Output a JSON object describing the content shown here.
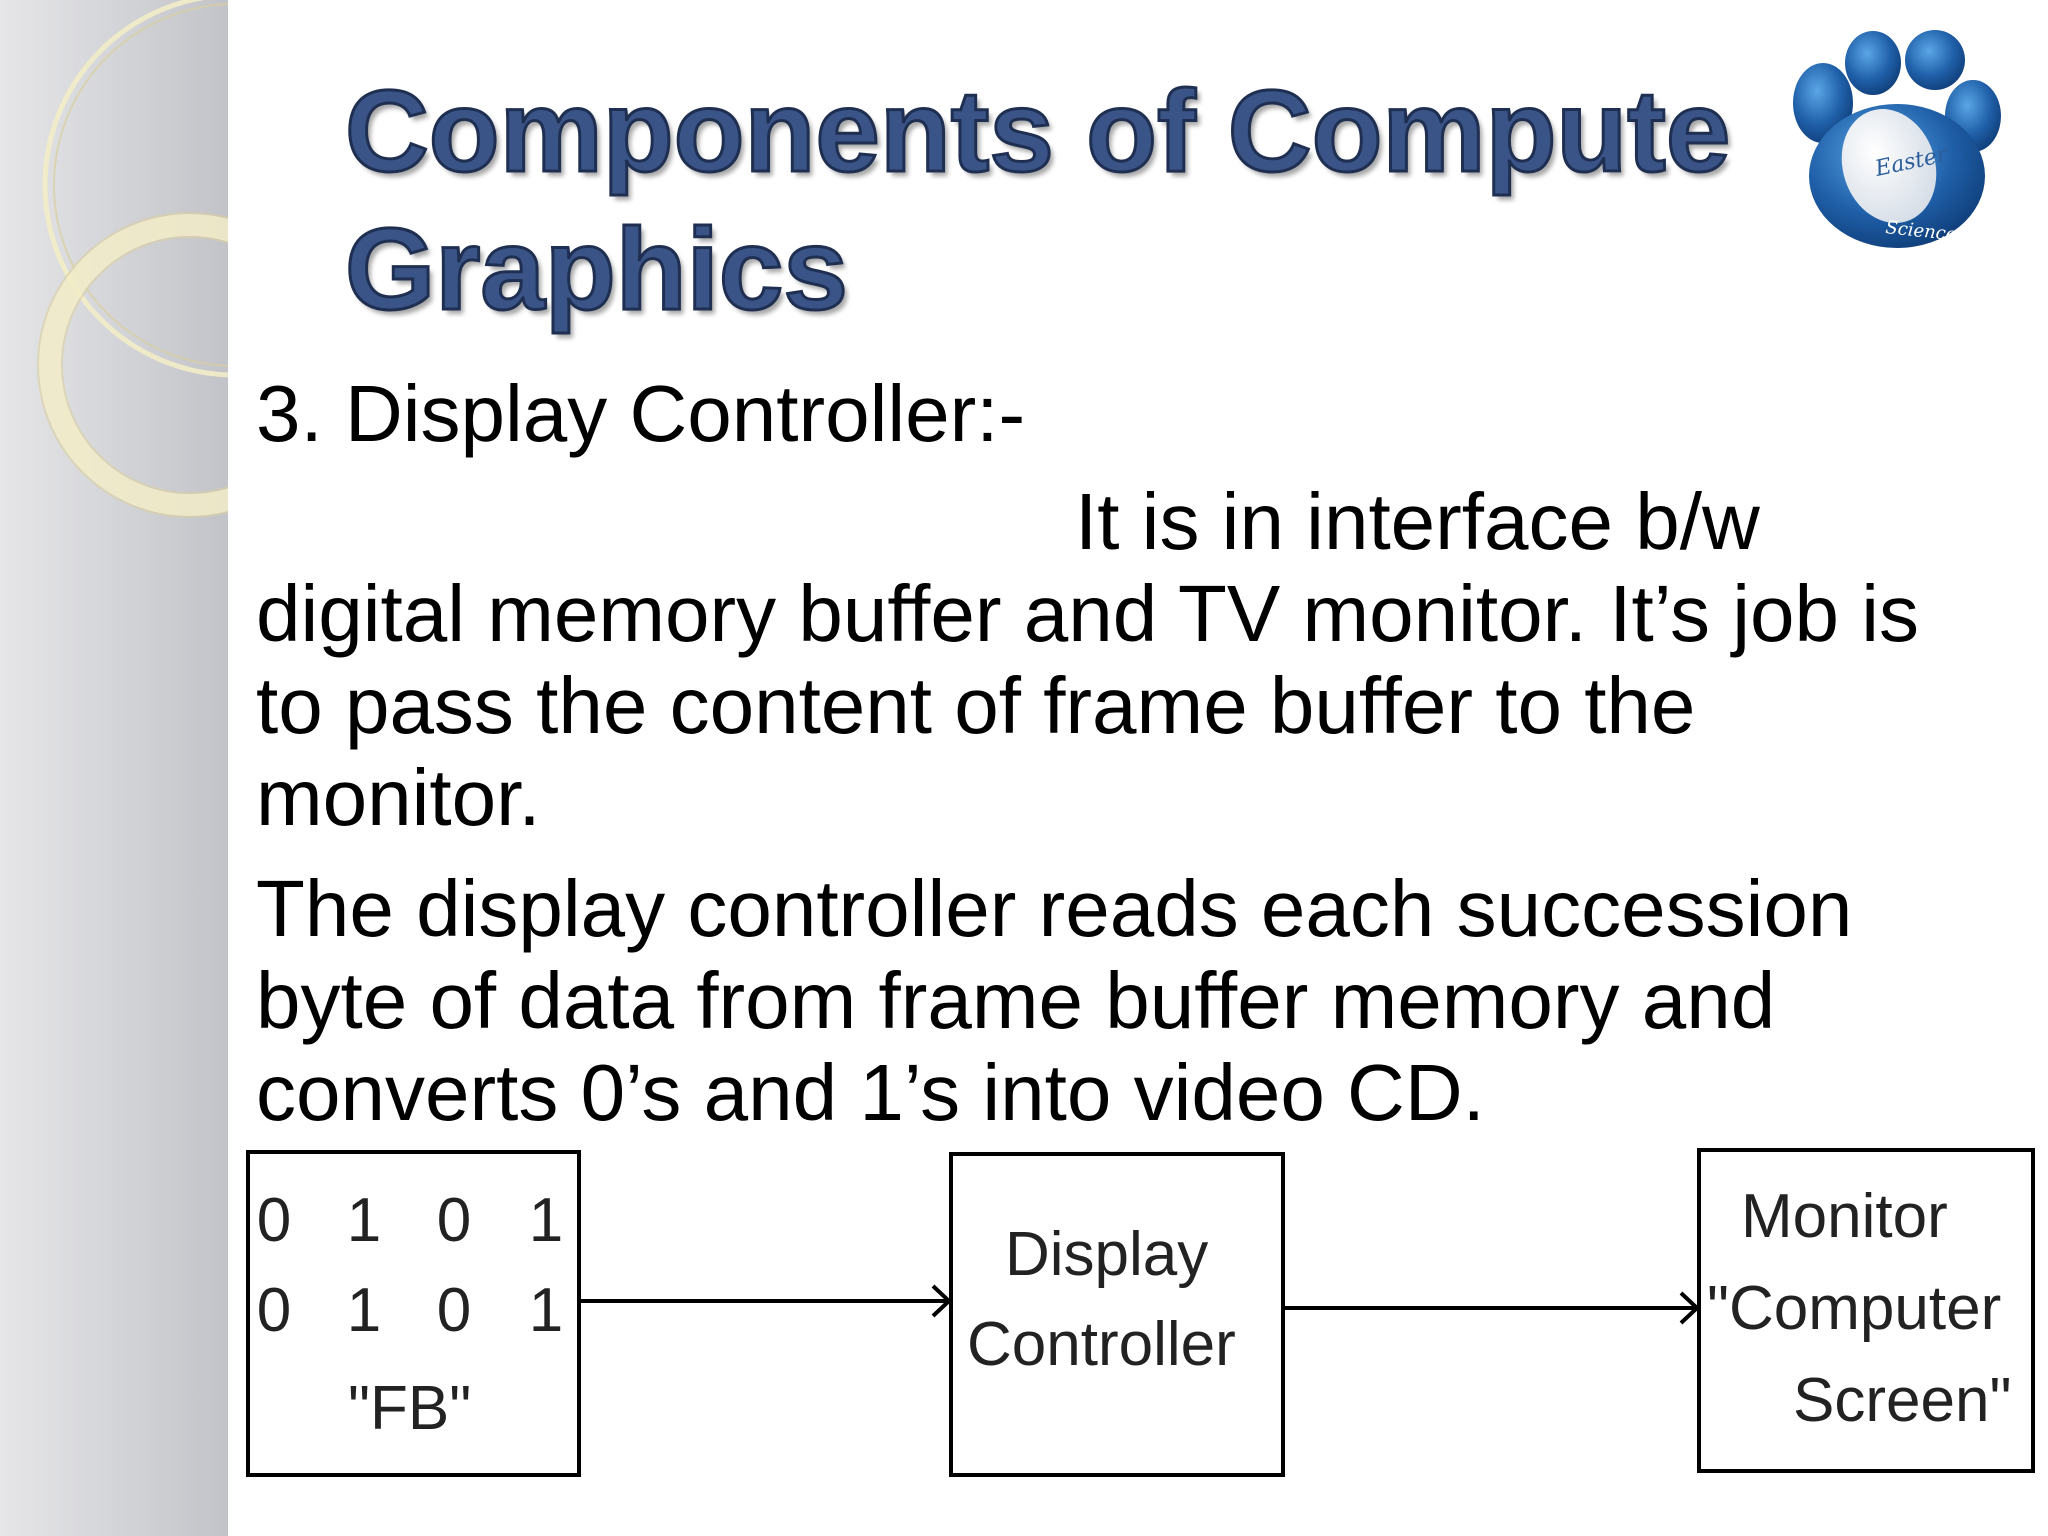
{
  "slide": {
    "title_line1": "Components of Compute",
    "title_line2": "Graphics",
    "heading": "3. Display Controller:-",
    "para1_lead": "It is in interface b/w",
    "para1_lines": [
      "digital memory buffer and TV monitor. It’s job is",
      "to pass the content of frame buffer to the",
      "monitor."
    ],
    "para2_lines": [
      "The display controller reads each succession",
      "byte of data from frame buffer memory and",
      "converts 0’s and 1’s into video CD."
    ]
  },
  "logo": {
    "top_text": "Easter",
    "bottom_text": "Science",
    "color": "#2a6fb5"
  },
  "diagram": {
    "frame_buffer": {
      "row1": [
        "0",
        "1",
        "0",
        "1"
      ],
      "row2": [
        "0",
        "1",
        "0",
        "1"
      ],
      "label": "\"FB\""
    },
    "controller": {
      "line1": "Display",
      "line2": "Controller"
    },
    "monitor": {
      "line1": "Monitor",
      "line2": "\"Computer",
      "line3": "Screen\""
    }
  },
  "colors": {
    "title": "#3a5487",
    "sidebar": "#d2d3d7",
    "rings": "#efe6b8"
  }
}
